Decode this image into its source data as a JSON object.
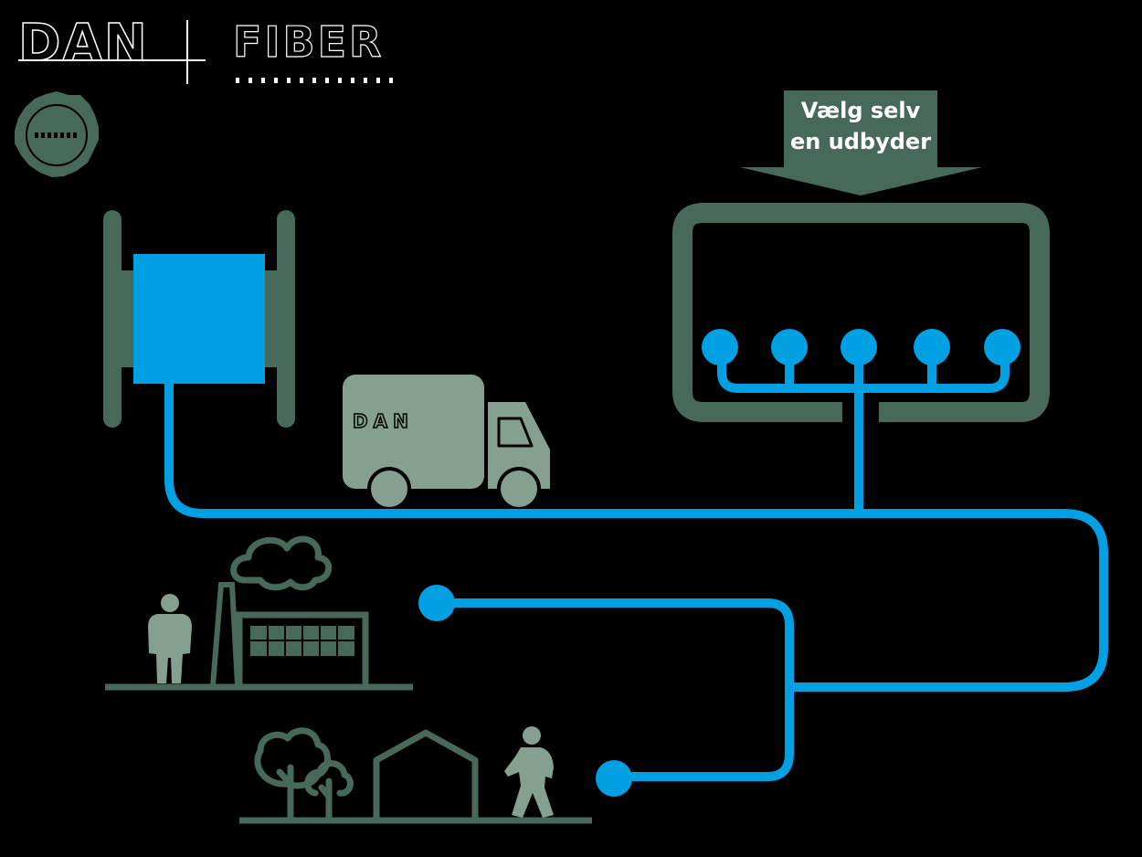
{
  "logo": {
    "brand_left": "DAN",
    "brand_right": "FIBER",
    "seal": "seal-logo"
  },
  "callout": {
    "line1": "Vælg selv",
    "line2": "en udbyder"
  },
  "truck": {
    "logo_text": "DAN"
  },
  "icons": [
    "cable-reel-icon",
    "delivery-truck-icon",
    "distribution-box-icon",
    "cloud-icon",
    "factory-icon",
    "person-standing-icon",
    "tree-icon",
    "house-icon",
    "person-walking-icon"
  ],
  "colors": {
    "background": "#000000",
    "fiber_blue": "#00a0e3",
    "dark_green": "#47695a",
    "light_green": "#85a090"
  }
}
